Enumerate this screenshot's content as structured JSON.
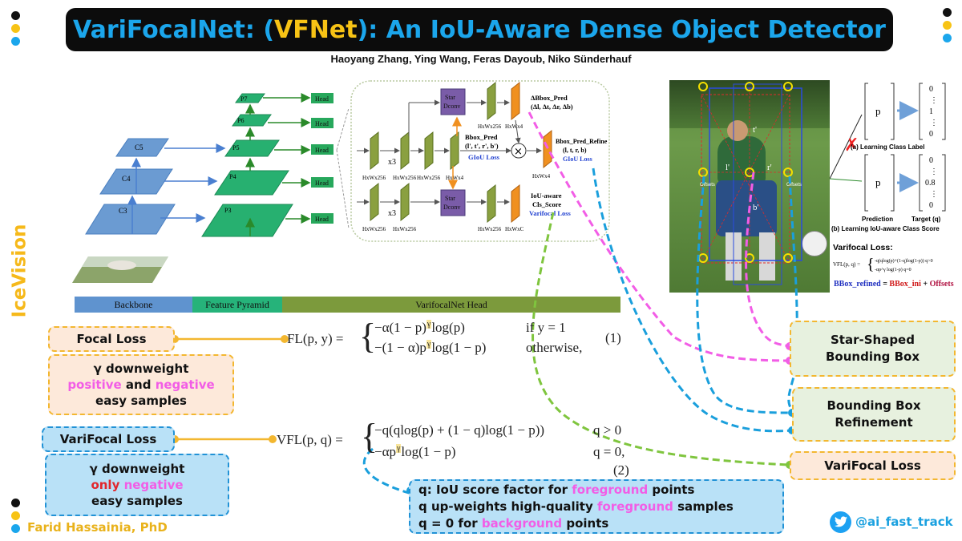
{
  "header": {
    "title_part1": "VariFocalNet: (",
    "title_highlight": "VFNet",
    "title_part2": "): An IoU-Aware Dense Object Detector",
    "authors": "Haoyang Zhang, Ying Wang, Feras Dayoub, Niko Sünderhauf"
  },
  "branding": {
    "vertical_label": "IceVision",
    "author": "Farid Hassainia, PhD",
    "twitter": "@ai_fast_track",
    "twitter_icon": "twitter-bird-icon"
  },
  "architecture": {
    "levels": [
      "C5",
      "C4",
      "C3",
      "P7",
      "P6",
      "P5",
      "P4",
      "P3"
    ],
    "head_label": "Head",
    "bands": [
      "Backbone",
      "Feature Pyramid",
      "VarifocalNet Head"
    ],
    "star_dconv": "Star\nDconv",
    "x3": "x3",
    "dims": {
      "hw256": "HxWx256",
      "hw4": "HxWx4",
      "hwc": "HxWxC"
    },
    "bbox_pred": "Bbox_Pred",
    "bbox_pred_sub": "(l', t', r', b')",
    "giou_loss": "GIoU Loss",
    "delta_bbox": "ΔBbox_Pred",
    "delta_sub": "(Δl, Δt, Δr, Δb)",
    "refine": "Bbox_Pred_Refine",
    "refine_sub": "(l, t, r, b)",
    "iou_aware": "IoU-aware",
    "cls_score": "Cls_Score",
    "varifocal_loss_small": "Varifocal Loss"
  },
  "right_figure": {
    "learning_class_label": "(a) Learning Class Label",
    "learning_iou_score": "(b) Learning IoU-aware Class Score",
    "prediction": "Prediction",
    "target": "Target (q)",
    "vec_top": [
      "0",
      "⋮",
      "1",
      "⋮",
      "0"
    ],
    "vec_bottom": [
      "0",
      "⋮",
      "0.8",
      "⋮",
      "0"
    ],
    "p": "p",
    "varifocal_loss_title": "Varifocal Loss:",
    "vfl_small_top": "-q(qlog(p)+(1-q)log(1-p))  q>0",
    "vfl_small_bot": "-αp^γ log(1-p)             q=0",
    "bbox_refined": "BBox_refined",
    "eq": " = ",
    "bbox_ini": "BBox_ini",
    "plus": " + ",
    "offsets": "Offsets",
    "offsets_small": "Offsets",
    "point_labels": [
      "t'",
      "l'",
      "r'",
      "b'"
    ]
  },
  "callouts": {
    "focal_loss": "Focal Loss",
    "gamma_focal": "γ downweight",
    "positive": "positive",
    "and": " and ",
    "negative": "negative",
    "easy_samples": "easy samples",
    "varifocal_loss": "VariFocal Loss",
    "gamma_vfl": "γ  downweight",
    "only": "only ",
    "negative2": "negative",
    "easy_samples2": "easy samples",
    "star_shaped": "Star-Shaped\nBounding Box",
    "bbox_refinement": "Bounding Box\nRefinement",
    "varifocal_loss_right": "VariFocal Loss",
    "q1a": "q: IoU score factor for ",
    "q1b": "foreground",
    "q1c": " points",
    "q2a": "q  up-weights high-quality ",
    "q2b": "foreground",
    "q2c": " samples",
    "q3a": "q",
    "q3b": " = 0 for ",
    "q3c": "background",
    "q3d": " points"
  },
  "equations": {
    "fl_lhs": "FL(p, y) =",
    "fl_1": "−α(1 − p)",
    "fl_1b": "log(p)",
    "fl_1c": "if    y = 1",
    "fl_2": "−(1 − α)p",
    "fl_2b": "log(1 − p)",
    "fl_2c": "otherwise,",
    "fl_num": "(1)",
    "vfl_lhs": "VFL(p, q) =",
    "vfl_1": "−q(qlog(p) + (1 − q)log(1 − p))",
    "vfl_1c": "q > 0",
    "vfl_2": "−αp",
    "vfl_2b": "log(1 − p)",
    "vfl_2c": "q = 0,",
    "vfl_num": "(2)",
    "gamma_mark": "γ"
  },
  "colors": {
    "title_blue": "#1ba6ec",
    "title_yellow": "#f7c315",
    "pink": "#f25de6",
    "cyan": "#1a9fdc",
    "green": "#7fc53e",
    "orange": "#f3b730"
  }
}
